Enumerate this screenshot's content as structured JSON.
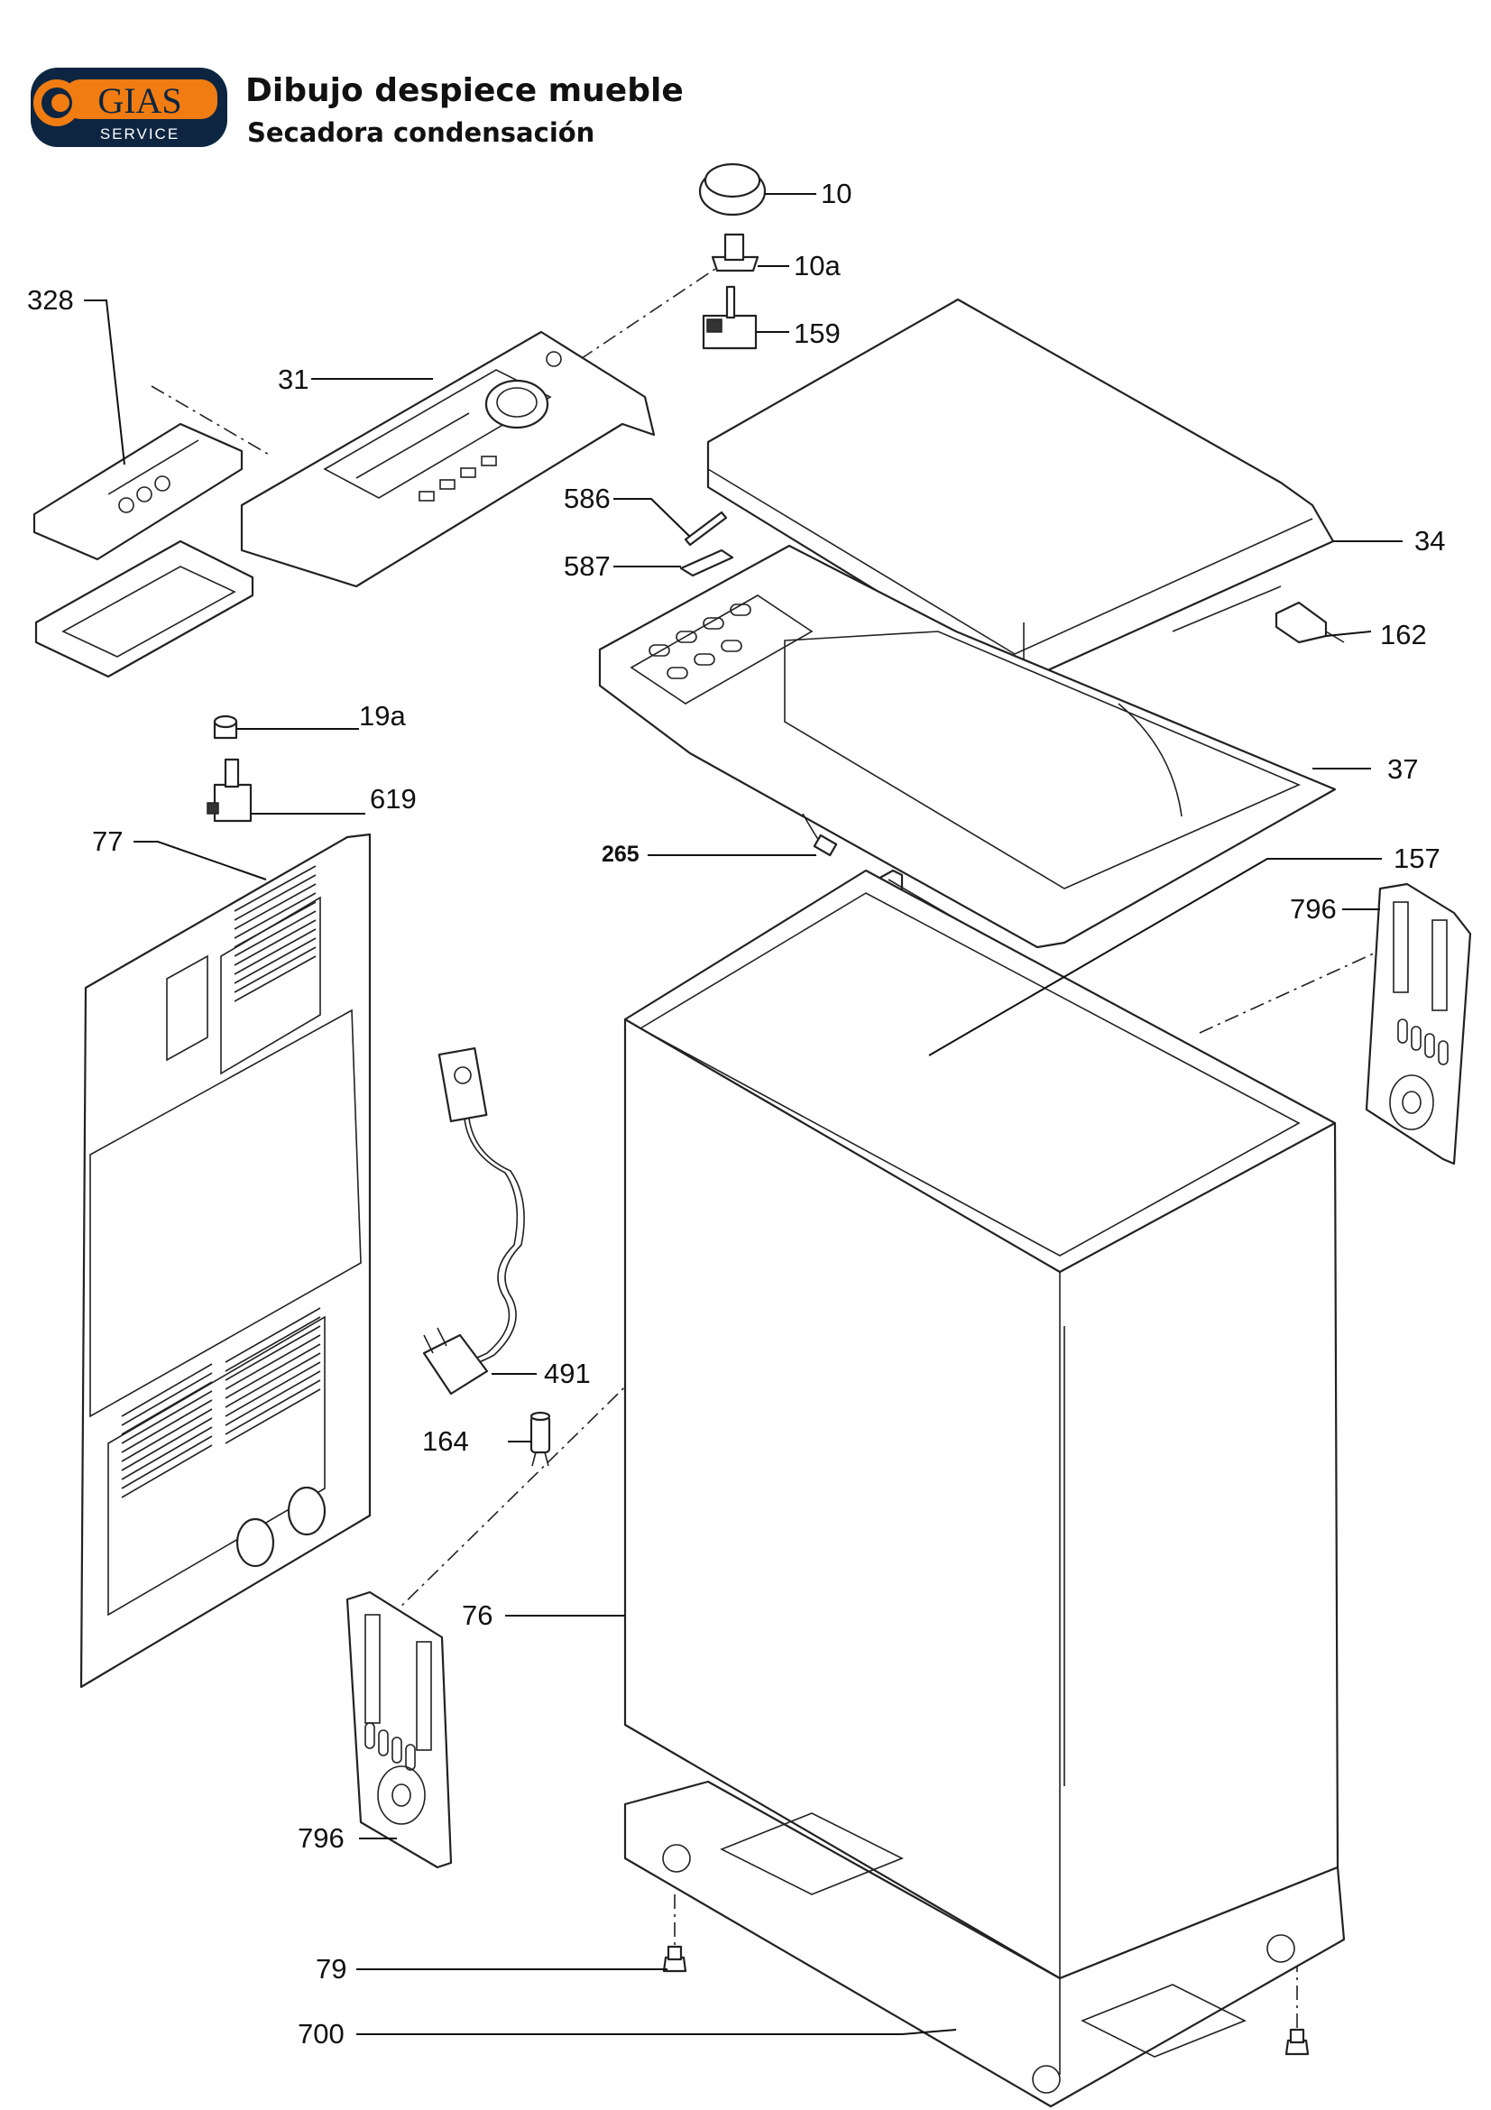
{
  "header": {
    "logo": {
      "brand_text": "GIAS",
      "tagline": "SERVICE",
      "colors": {
        "orange": "#f07c12",
        "navy": "#0d2540"
      }
    },
    "title": "Dibujo despiece mueble",
    "subtitle": "Secadora condensación"
  },
  "part_labels": [
    "10",
    "10a",
    "159",
    "328",
    "31",
    "586",
    "34",
    "587",
    "162",
    "19a",
    "37",
    "619",
    "77",
    "265",
    "157",
    "796",
    "491",
    "164",
    "76",
    "796",
    "79",
    "700"
  ]
}
